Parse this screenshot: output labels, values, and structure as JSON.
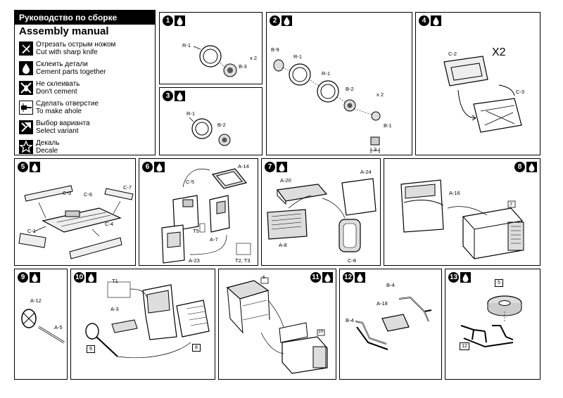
{
  "legend": {
    "header": "Руководство по сборке",
    "title": "Assembly manual",
    "items": [
      {
        "icon": "knife-icon",
        "ru": "Отрезать острым ножом",
        "en": "Cut with sharp knife"
      },
      {
        "icon": "glue-drop-icon",
        "ru": "Склеить детали",
        "en": "Cement parts together"
      },
      {
        "icon": "no-glue-icon",
        "ru": "Не склеивать",
        "en": "Don't cement"
      },
      {
        "icon": "drill-icon",
        "ru": "Сделать отверстие",
        "en": "To make ahole"
      },
      {
        "icon": "select-variant-icon",
        "ru": "Выбор варианта",
        "en": "Select variant"
      },
      {
        "icon": "decal-star-icon",
        "ru": "Декаль",
        "en": "Decale"
      }
    ]
  },
  "steps": {
    "s1": {
      "num": "1",
      "parts": [
        "R-1",
        "B-3"
      ],
      "qty": "x 2"
    },
    "s2": {
      "num": "2",
      "parts": [
        "B-9",
        "R-1",
        "R-1",
        "B-2",
        "B-1"
      ],
      "qty": "x 2",
      "dim": "3"
    },
    "s3": {
      "num": "3",
      "parts": [
        "R-1",
        "B-2"
      ]
    },
    "s4": {
      "num": "4",
      "parts": [
        "C-2",
        "C-3"
      ],
      "qty": "X2"
    },
    "s5": {
      "num": "5",
      "parts": [
        "C-9",
        "C-6",
        "C-7",
        "C-1",
        "C-4"
      ]
    },
    "s6": {
      "num": "6",
      "parts": [
        "A-14",
        "C-5",
        "T5",
        "A-7",
        "A-23",
        "T2, T3"
      ]
    },
    "s7": {
      "num": "7",
      "parts": [
        "A-20",
        "A-24",
        "A-8",
        "C-8"
      ]
    },
    "s8": {
      "num": "8",
      "parts": [
        "A-16"
      ],
      "ref": "7"
    },
    "s9": {
      "num": "9",
      "parts": [
        "A-12",
        "A-5"
      ]
    },
    "s10": {
      "num": "10",
      "parts": [
        "T1",
        "A-3"
      ],
      "ref_a": "9",
      "ref_b": "8"
    },
    "s11": {
      "num": "11",
      "ref_a": "6",
      "ref_b": "10"
    },
    "s12": {
      "num": "12",
      "parts": [
        "B-4",
        "A-18",
        "B-4"
      ]
    },
    "s13": {
      "num": "13",
      "ref_top": "5",
      "ref_bottom": "12"
    }
  },
  "colors": {
    "ink": "#000000",
    "paper": "#ffffff",
    "shade": "#d8d8d8"
  }
}
